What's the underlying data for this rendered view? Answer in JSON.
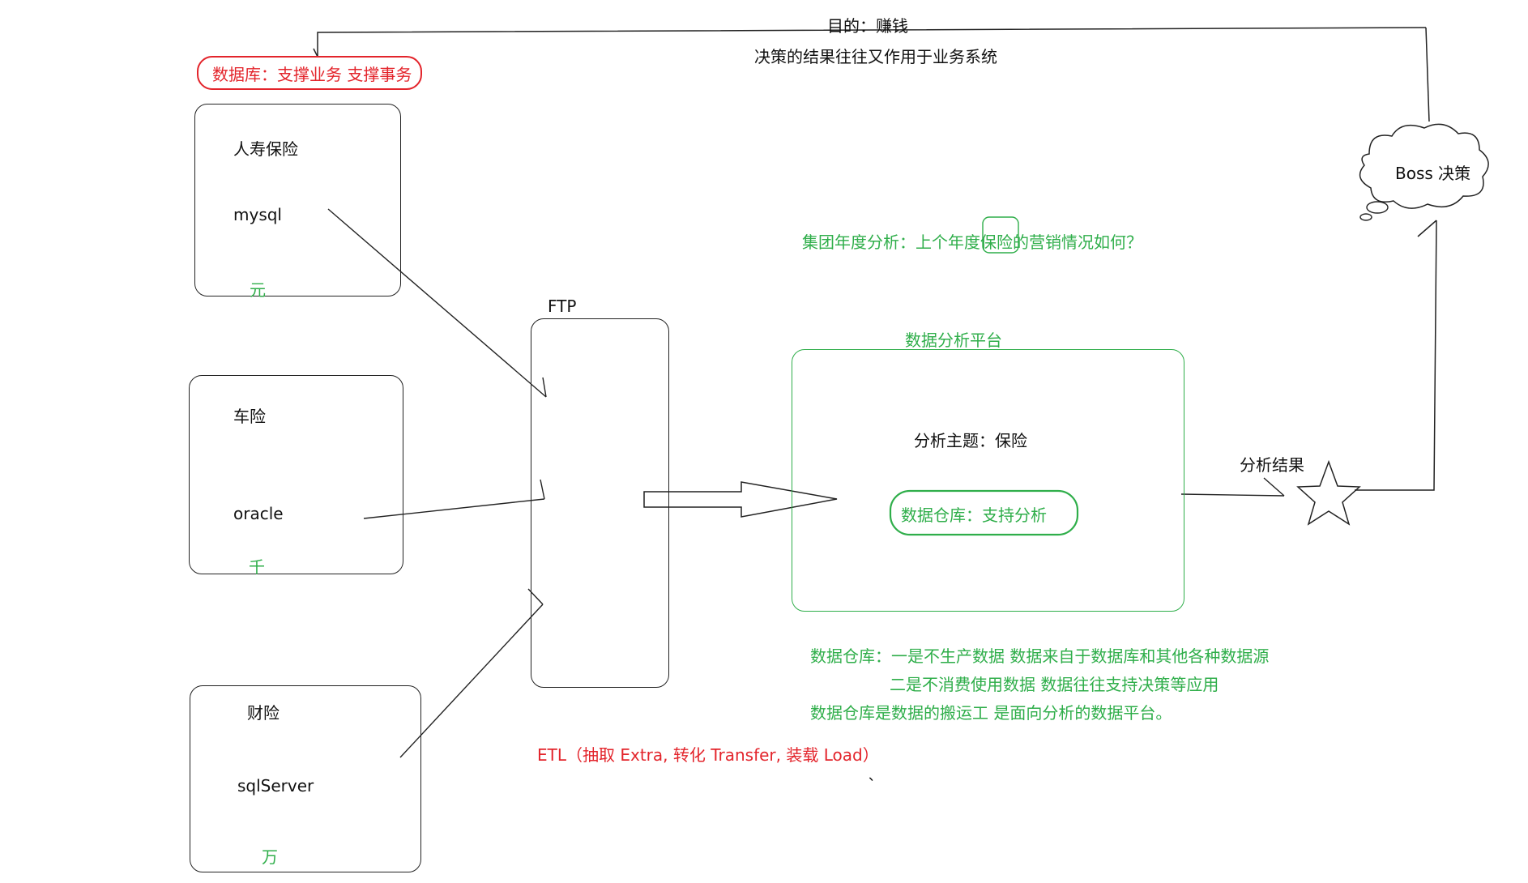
{
  "top": {
    "goal": "目的：赚钱",
    "feedback": "决策的结果往往又作用于业务系统"
  },
  "database_label": "数据库：支撑业务 支撑事务",
  "sources": [
    {
      "name": "人寿保险",
      "db": "mysql",
      "unit": "元"
    },
    {
      "name": "车险",
      "db": "oracle",
      "unit": "千"
    },
    {
      "name": "财险",
      "db": "sqlServer",
      "unit": "万"
    }
  ],
  "ftp_label": "FTP",
  "question": "集团年度分析：上个年度保险的营销情况如何？",
  "platform": {
    "title": "数据分析平台",
    "topic": "分析主题：保险",
    "warehouse": "数据仓库：支持分析"
  },
  "analysis_result": "分析结果",
  "boss": "Boss 决策",
  "notes": [
    "数据仓库：一是不生产数据  数据来自于数据库和其他各种数据源",
    "二是不消费使用数据  数据往往支持决策等应用",
    "数据仓库是数据的搬运工 是面向分析的数据平台。"
  ],
  "etl": "ETL（抽取 Extra, 转化 Transfer, 装载 Load）",
  "dot": "、",
  "colors": {
    "green": "#2fae4a",
    "red": "#e3242b",
    "black": "#111111"
  }
}
